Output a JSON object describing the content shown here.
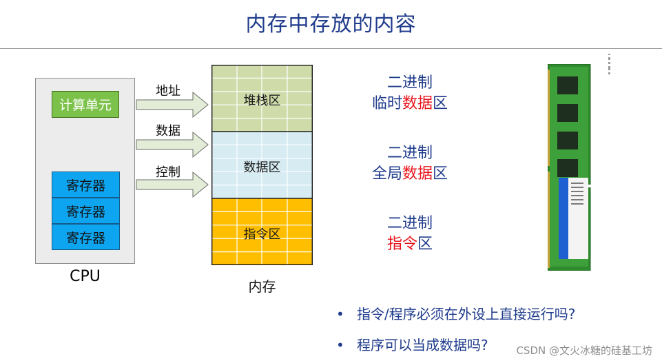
{
  "title": "内存中存放的内容",
  "cpu": {
    "label": "CPU",
    "alu": "计算单元",
    "registers": [
      "寄存器",
      "寄存器",
      "寄存器"
    ]
  },
  "arrows": [
    "地址",
    "数据",
    "控制"
  ],
  "memory": {
    "label": "内存",
    "regions": [
      {
        "label": "堆栈区",
        "color": "#cfdcaa"
      },
      {
        "label": "数据区",
        "color": "#d6ebf2"
      },
      {
        "label": "指令区",
        "color": "#ffbe00"
      }
    ]
  },
  "descriptions": [
    {
      "line1": "二进制",
      "prefix": "临时",
      "highlight": "数据",
      "suffix": "区"
    },
    {
      "line1": "二进制",
      "prefix": "全局",
      "highlight": "数据",
      "suffix": "区"
    },
    {
      "line1": "二进制",
      "prefix": "",
      "highlight": "指令",
      "suffix": "区"
    }
  ],
  "questions": [
    "指令/程序必须在外设上直接运行吗?",
    "程序可以当成数据吗?"
  ],
  "watermark": "CSDN @文火冰糖的硅基工坊",
  "colors": {
    "title": "#1f3b8c",
    "highlight": "#e8141b",
    "alu": "#7cc24a",
    "register": "#0ea5f0",
    "pcb": "#2e8b2e",
    "ram_label": "#1e5fd1"
  }
}
